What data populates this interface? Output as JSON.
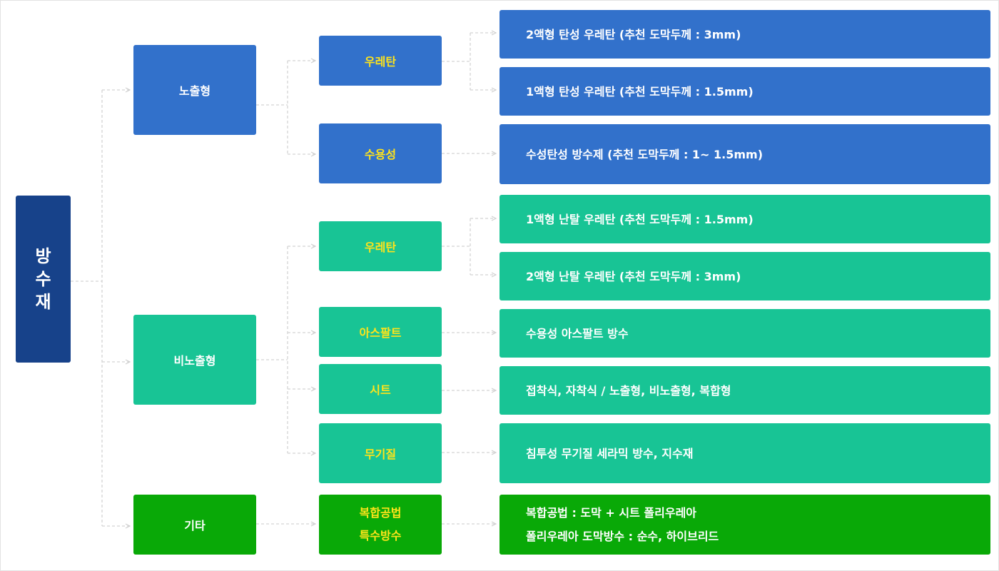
{
  "root": {
    "chars": [
      "방",
      "수",
      "재"
    ]
  },
  "categories": {
    "exposed": "노출형",
    "non_exposed": "비노출형",
    "other": "기타"
  },
  "types": {
    "exposed_urethane": "우레탄",
    "exposed_water": "수용성",
    "non_urethane": "우레탄",
    "asphalt": "아스팔트",
    "sheet": "시트",
    "inorganic": "무기질",
    "composite_line1": "복합공법",
    "composite_line2": "특수방수"
  },
  "details": {
    "exposed_urethane_2": "2액형 탄성 우레탄 (추천 도막두께 : 3mm)",
    "exposed_urethane_1": "1액형 탄성 우레탄 (추천 도막두께 : 1.5mm)",
    "exposed_water": "수성탄성 방수제 (추천 도막두께 : 1~ 1.5mm)",
    "non_urethane_1": "1액형 난탈 우레탄 (추천 도막두께 : 1.5mm)",
    "non_urethane_2": "2액형 난탈 우레탄 (추천 도막두께 : 3mm)",
    "asphalt": "수용성 아스팔트 방수",
    "sheet": "접착식, 자착식 / 노출형, 비노출형, 복합형",
    "inorganic": "침투성 무기질 세라믹 방수, 지수재",
    "composite_line1": "복합공법 : 도막 + 시트  폴리우레아",
    "composite_line2": "폴리우레아 도막방수 : 순수, 하이브리드"
  },
  "colors": {
    "root": "#17428a",
    "exposed": "#3271cb",
    "non_exposed": "#18c495",
    "other": "#09a907",
    "type_label": "#ffe41a",
    "connector": "#d4d4d4"
  }
}
